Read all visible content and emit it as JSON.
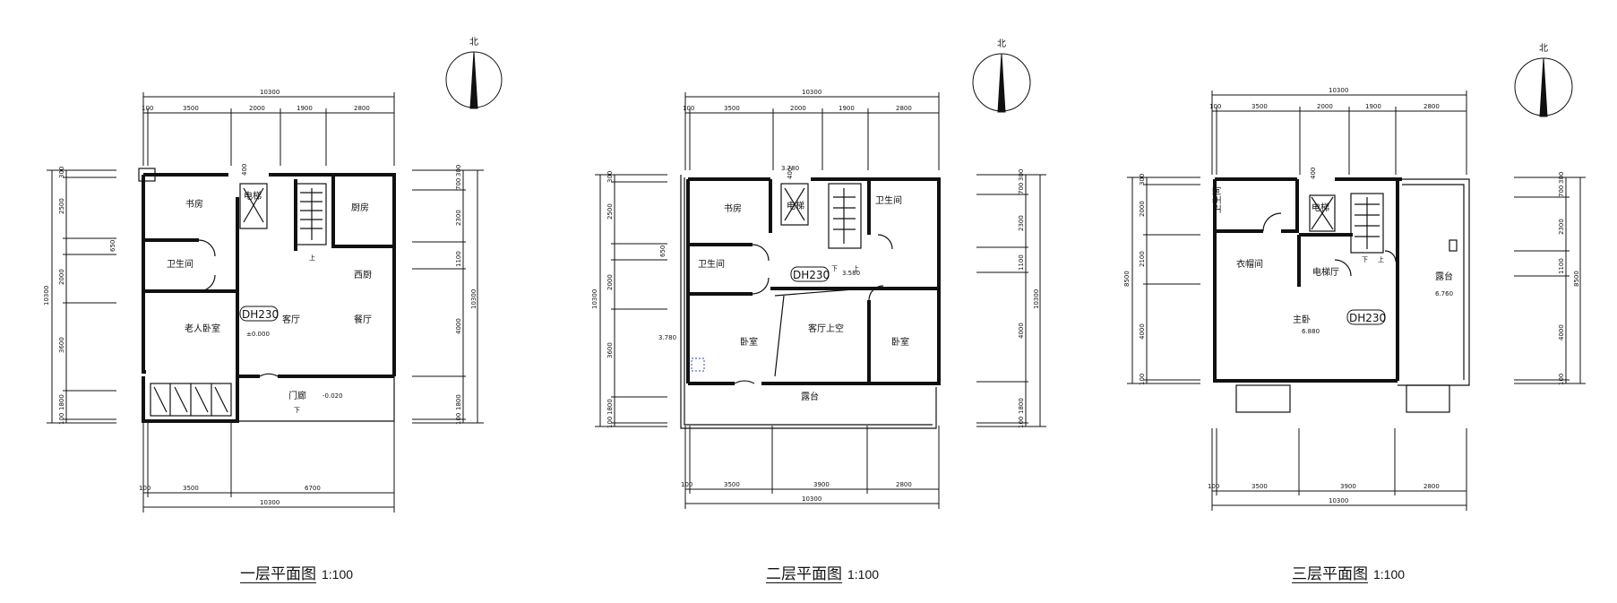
{
  "plans": [
    {
      "caption": "一层平面图",
      "scale": "1:100",
      "north": "北",
      "tag": "DH230",
      "top_total": "10300",
      "top_segs": [
        "100",
        "3500",
        "2000",
        "1900",
        "2800"
      ],
      "bottom_segs": [
        "100",
        "3500",
        "6700"
      ],
      "bottom_total": "10300",
      "left_total": "10300",
      "left_segs": [
        "300",
        "2500",
        "650",
        "2000",
        "3600",
        "1800",
        "100"
      ],
      "right_total": "10300",
      "right_segs": [
        "700",
        "300",
        "2300",
        "1100",
        "4000",
        "1800",
        "100"
      ],
      "up_label": "上",
      "down_label": "下",
      "rooms": [
        "书房",
        "电梯",
        "厨房",
        "卫生间",
        "西厨",
        "客厅",
        "餐厅",
        "老人卧室",
        "门廊"
      ],
      "levels": [
        "±0.000",
        "-0.020"
      ],
      "elev_dim": "400"
    },
    {
      "caption": "二层平面图",
      "scale": "1:100",
      "north": "北",
      "tag": "DH230",
      "top_total": "10300",
      "top_segs": [
        "100",
        "3500",
        "2000",
        "1900",
        "2800"
      ],
      "bottom_segs": [
        "100",
        "3500",
        "3900",
        "2800"
      ],
      "bottom_total": "10300",
      "left_total": "10300",
      "left_segs": [
        "300",
        "2500",
        "650",
        "2000",
        "3600",
        "1800",
        "100"
      ],
      "right_total": "10300",
      "right_segs": [
        "700",
        "300",
        "2300",
        "1100",
        "4000",
        "1800",
        "100"
      ],
      "up_label": "上",
      "down_label": "下",
      "rooms": [
        "书房",
        "电梯",
        "卫生间",
        "卫生间",
        "客厅上空",
        "卧室",
        "卧室",
        "露台"
      ],
      "levels": [
        "3.780",
        "3.580",
        "3.780"
      ],
      "elev_dim": "400"
    },
    {
      "caption": "三层平面图",
      "scale": "1:100",
      "north": "北",
      "tag": "DH230",
      "top_total": "10300",
      "top_segs": [
        "100",
        "3500",
        "2000",
        "1900",
        "2800"
      ],
      "bottom_segs": [
        "100",
        "3500",
        "3900",
        "2800"
      ],
      "bottom_total": "10300",
      "left_total": "8500",
      "left_segs": [
        "300",
        "2000",
        "2100",
        "4000",
        "100"
      ],
      "right_total": "8500",
      "right_segs": [
        "700",
        "300",
        "2300",
        "1100",
        "4000",
        "100"
      ],
      "up_label": "上",
      "down_label": "下",
      "rooms": [
        "卫生间",
        "电梯",
        "衣帽间",
        "电梯厅",
        "露台",
        "主卧"
      ],
      "levels": [
        "6.880",
        "6.760"
      ],
      "elev_dim": "400"
    }
  ]
}
